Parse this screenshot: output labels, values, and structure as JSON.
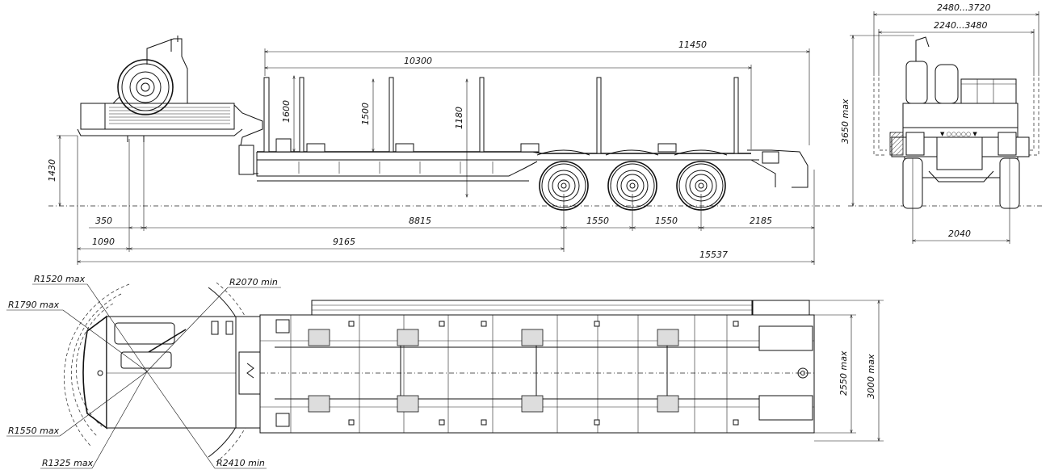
{
  "dimensions": {
    "side": {
      "d11450": "11450",
      "d10300": "10300",
      "d1600": "1600",
      "d1500": "1500",
      "d1180": "1180",
      "d1430": "1430",
      "d350": "350",
      "d8815": "8815",
      "d1550a": "1550",
      "d1550b": "1550",
      "d2185": "2185",
      "d1090": "1090",
      "d9165": "9165",
      "d15537": "15537"
    },
    "rear": {
      "d2480_3720": "2480...3720",
      "d2240_3480": "2240...3480",
      "d3650max": "3650 max",
      "d2040": "2040"
    },
    "top": {
      "r1520": "R1520 max",
      "r1790": "R1790 max",
      "r1550": "R1550 max",
      "r1325": "R1325 max",
      "r2070": "R2070 min",
      "r2410": "R2410 min",
      "d2550max": "2550 max",
      "d3000max": "3000 max"
    }
  },
  "rear_panel_marks": "▼ ○○○○○ ▼"
}
